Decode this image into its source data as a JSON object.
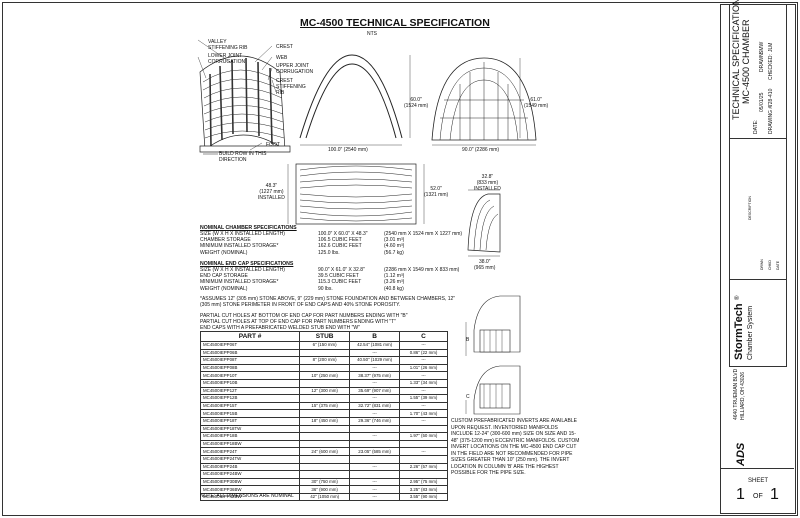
{
  "header": {
    "title": "MC-4500 TECHNICAL SPECIFICATION",
    "scale": "NTS"
  },
  "callouts": {
    "valley_rib": "VALLEY\nSTIFFENING RIB",
    "lower_joint": "LOWER JOINT\nCORRUGATION",
    "crest": "CREST",
    "web": "WEB",
    "upper_joint": "UPPER JOINT\nCORRUGATION",
    "crest_rib": "CREST\nSTIFFENING\nRIB",
    "foot": "FOOT",
    "build_row": "BUILD ROW IN THIS\nDIRECTION"
  },
  "dims": {
    "arch_height": "60.0\"\n(1524 mm)",
    "arch_width": "100.0\" (2540 mm)",
    "endcap_height": "61.0\"\n(1549 mm)",
    "endcap_width": "90.0\" (2286 mm)",
    "plan_height": "48.3\"\n(1227 mm)\nINSTALLED",
    "plan_right": "52.0\"\n(1321 mm)",
    "side_top": "32.8\"\n(833 mm)\nINSTALLED",
    "side_bottom": "38.0\"\n(965 mm)"
  },
  "chamber_spec": {
    "heading": "NOMINAL CHAMBER SPECIFICATIONS",
    "rows": [
      {
        "k": "SIZE (W X H X INSTALLED LENGTH)",
        "v": "100.0\" X 60.0\" X 48.3\"",
        "m": "(2540 mm X 1524 mm X 1227 mm)"
      },
      {
        "k": "CHAMBER STORAGE",
        "v": "106.5 CUBIC FEET",
        "m": "(3.01 m³)"
      },
      {
        "k": "MINIMUM INSTALLED STORAGE*",
        "v": "162.6 CUBIC FEET",
        "m": "(4.60 m³)"
      },
      {
        "k": "WEIGHT (NOMINAL)",
        "v": "125.0 lbs.",
        "m": "(56.7 kg)"
      }
    ]
  },
  "endcap_spec": {
    "heading": "NOMINAL END CAP SPECIFICATIONS",
    "rows": [
      {
        "k": "SIZE (W X H X INSTALLED LENGTH)",
        "v": "90.0\" X 61.0\" X 32.8\"",
        "m": "(2286 mm X 1549 mm X 833 mm)"
      },
      {
        "k": "END CAP STORAGE",
        "v": "39.5 CUBIC FEET",
        "m": "(1.12 m³)"
      },
      {
        "k": "MINIMUM INSTALLED STORAGE*",
        "v": "115.3 CUBIC FEET",
        "m": "(3.26 m³)"
      },
      {
        "k": "WEIGHT (NOMINAL)",
        "v": "90 lbs.",
        "m": "(40.8 kg)"
      }
    ]
  },
  "notes": {
    "assumes": "*ASSUMES 12\" (305 mm) STONE ABOVE, 9\" (229 mm) STONE FOUNDATION AND BETWEEN CHAMBERS, 12\" (305 mm) STONE PERIMETER IN FRONT OF END CAPS AND 40% STONE POROSITY.",
    "partial_b": "PARTIAL CUT HOLES AT BOTTOM OF END CAP FOR PART NUMBERS ENDING WITH \"B\"",
    "partial_t": "PARTIAL CUT HOLES AT TOP OF END CAP FOR PART NUMBERS ENDING WITH \"T\"",
    "end_caps": "END CAPS WITH A PREFABRICATED WELDED STUB END WITH \"W\"",
    "all_nominal": "NOTE: ALL DIMENSIONS ARE NOMINAL",
    "custom": "CUSTOM PREFABRICATED INVERTS ARE AVAILABLE UPON REQUEST. INVENTORIED MANIFOLDS INCLUDE 12-24\" (300-600 mm) SIZE ON SIZE AND 15-48\" (375-1200 mm) ECCENTRIC MANIFOLDS. CUSTOM INVERT LOCATIONS ON THE MC-4500 END CAP CUT IN THE FIELD ARE NOT RECOMMENDED FOR PIPE SIZES GREATER THAN 10\" (250 mm). THE INVERT LOCATION IN COLUMN 'B' ARE THE HIGHEST POSSIBLE FOR THE PIPE SIZE."
  },
  "table": {
    "headers": [
      "PART #",
      "STUB",
      "B",
      "C"
    ],
    "rows": [
      [
        "MC4500IEPP06T",
        "6\" (150 mm)",
        "42.54\" (1081 mm)",
        "---"
      ],
      [
        "MC4500IEPP06B",
        "",
        "---",
        "0.86\" (22 mm)"
      ],
      [
        "MC4500IEPP08T",
        "8\" (200 mm)",
        "40.50\" (1029 mm)",
        "---"
      ],
      [
        "MC4500IEPP08B",
        "",
        "---",
        "1.01\" (26 mm)"
      ],
      [
        "MC4500IEPP10T",
        "10\" (250 mm)",
        "38.37\" (975 mm)",
        "---"
      ],
      [
        "MC4500IEPP10B",
        "",
        "---",
        "1.33\" (34 mm)"
      ],
      [
        "MC4500IEPP12T",
        "12\" (300 mm)",
        "35.69\" (907 mm)",
        "---"
      ],
      [
        "MC4500IEPP12B",
        "",
        "---",
        "1.55\" (39 mm)"
      ],
      [
        "MC4500IEPP15T",
        "15\" (375 mm)",
        "32.72\" (831 mm)",
        "---"
      ],
      [
        "MC4500IEPP15B",
        "",
        "---",
        "1.70\" (43 mm)"
      ],
      [
        "MC4500IEPP18T",
        "18\" (450 mm)",
        "29.36\" (746 mm)",
        "---"
      ],
      [
        "MC4500IEPP18TW",
        "",
        "",
        ""
      ],
      [
        "MC4500IEPP18B",
        "",
        "---",
        "1.97\" (50 mm)"
      ],
      [
        "MC4500IEPP18BW",
        "",
        "",
        ""
      ],
      [
        "MC4500IEPP24T",
        "24\" (600 mm)",
        "23.05\" (585 mm)",
        "---"
      ],
      [
        "MC4500IEPP24TW",
        "",
        "",
        ""
      ],
      [
        "MC4500IEPP24B",
        "",
        "---",
        "2.26\" (57 mm)"
      ],
      [
        "MC4500IEPP24BW",
        "",
        "",
        ""
      ],
      [
        "MC4500IEPP30BW",
        "30\" (750 mm)",
        "---",
        "2.95\" (75 mm)"
      ],
      [
        "MC4500IEPP36BW",
        "36\" (900 mm)",
        "---",
        "3.25\" (83 mm)"
      ],
      [
        "MC4500IEPP42BW",
        "42\" (1050 mm)",
        "---",
        "3.55\" (90 mm)"
      ]
    ]
  },
  "detail": {
    "b": "B",
    "c": "C"
  },
  "title_block": {
    "doc_title": "TECHNICAL SPECIFICATIONS",
    "doc_sub": "MC-4500 CHAMBER",
    "date_label": "DATE:",
    "date": "05/01/25",
    "drawn_label": "DRAWN:",
    "drawn": "SMW",
    "checked_label": "CHECKED:",
    "checked": "JLM",
    "drawing_label": "DRAWING #:",
    "drawing": "728-410",
    "revisions": [
      "DESCRIPTION",
      "DRWN",
      "CHKD",
      "DATE"
    ],
    "brand": "StormTech",
    "reg": "®",
    "brand_sub": "Chamber System",
    "addr1": "4640 TRUEMAN BLVD",
    "addr2": "HILLIARD, OH  43026",
    "ads": "ADS",
    "sheet_label": "SHEET",
    "sheet": "1",
    "of": "OF",
    "total": "1"
  }
}
